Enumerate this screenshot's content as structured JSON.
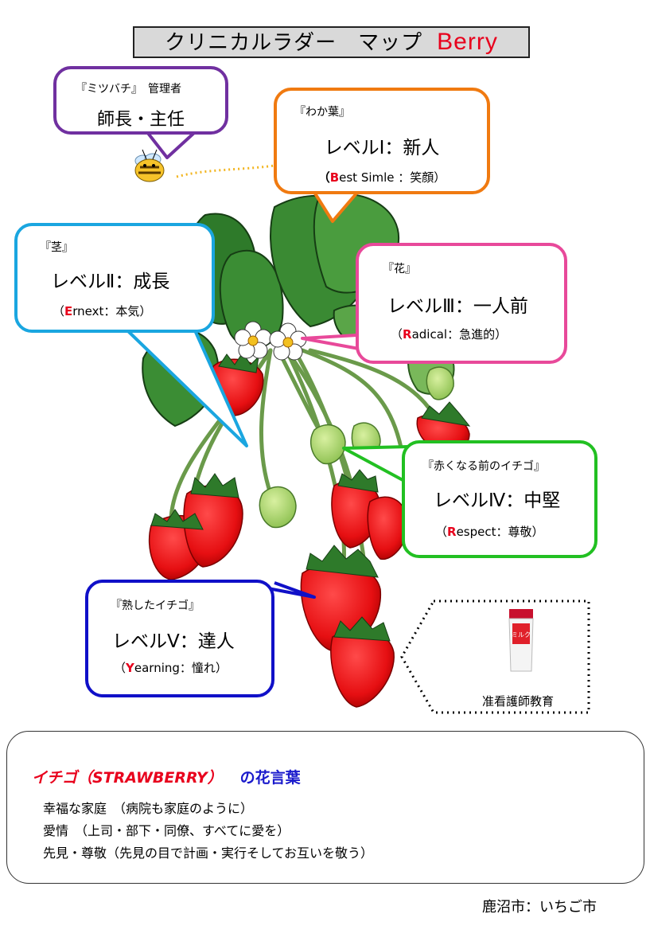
{
  "title": {
    "main": "クリニカルラダー　マップ",
    "accent": "Berry"
  },
  "bee_box": {
    "label": "『ミツバチ』　管理者",
    "role": "師長・主任"
  },
  "levels": [
    {
      "category": "『わか葉』",
      "level": "レベルⅠ：新人",
      "initial": "B",
      "rest": "est  Simle ：笑顔）",
      "open": "（"
    },
    {
      "category": "『茎』",
      "level": "レベルⅡ：成長",
      "initial": "E",
      "rest": "rnext：本気）",
      "open": "（"
    },
    {
      "category": "『花』",
      "level": "レベルⅢ：一人前",
      "initial": "R",
      "rest": "adical：急進的）",
      "open": "（"
    },
    {
      "category": "『赤くなる前のイチゴ』",
      "level": "レベルⅣ：中堅",
      "initial": "R",
      "rest": "espect：尊敬）",
      "open": "（"
    },
    {
      "category": "『熟したイチゴ』",
      "level": "レベルⅤ：達人",
      "initial": "Y",
      "rest": "earning：憧れ）",
      "open": "（"
    }
  ],
  "product": {
    "caption": "准看護師教育",
    "tube_text": "ミルク"
  },
  "hanakotoba": {
    "title_prefix": "イチゴ（STRAW",
    "title_berry": "BERRY）",
    "title_suffix": "の花言葉",
    "lines": [
      "幸福な家庭　（病院も家庭のように）",
      "愛情　（上司・部下・同僚、すべてに愛を）",
      "先見・尊敬（先見の目で計画・実行そしてお互いを敬う）"
    ]
  },
  "footer": "鹿沼市：いちご市",
  "colors": {
    "purple": "#7030a0",
    "orange": "#f07a10",
    "cyan": "#1aa6e0",
    "pink": "#e8499a",
    "green": "#22c022",
    "blue": "#1010c8",
    "red": "#e8001c"
  }
}
